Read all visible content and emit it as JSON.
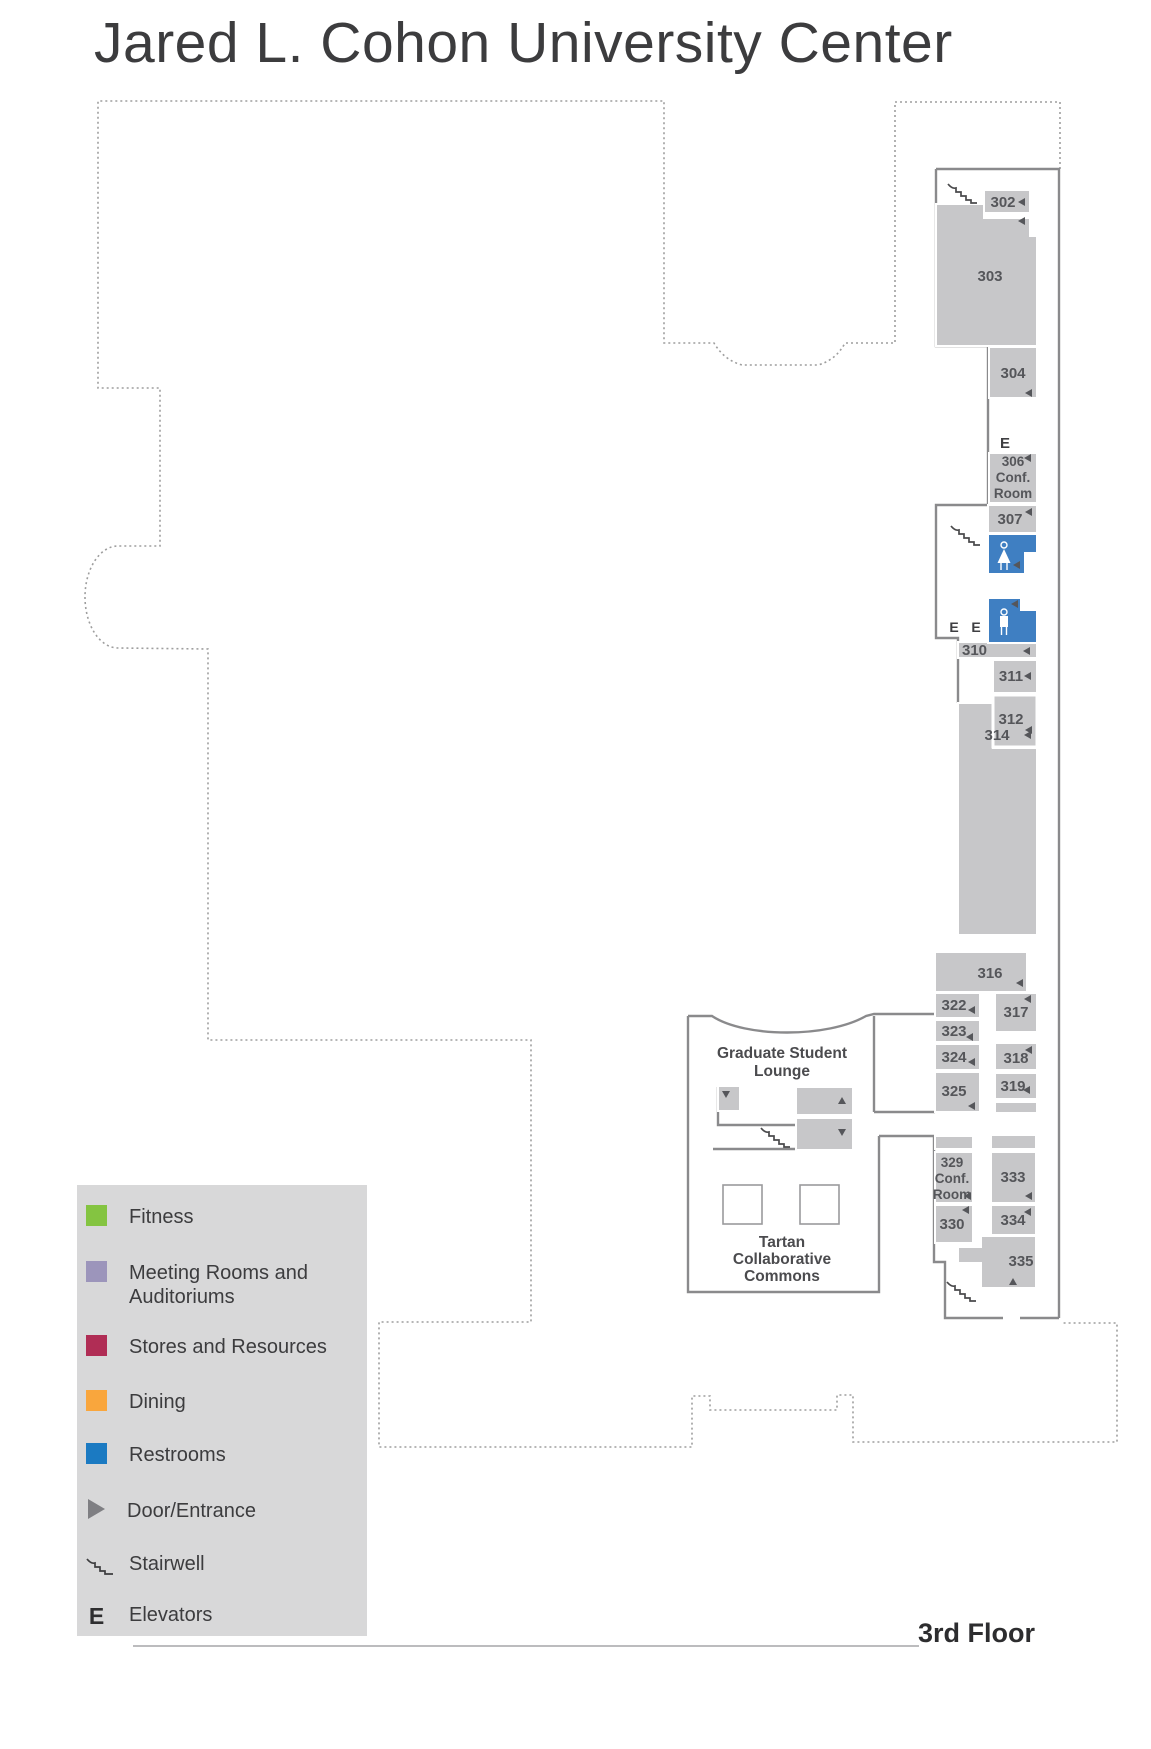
{
  "title": "Jared L. Cohon University Center",
  "floor_label": "3rd Floor",
  "elevator_letter": "E",
  "legend": {
    "items": [
      {
        "label": "Fitness",
        "color": "#84c441",
        "icon": "green-square"
      },
      {
        "label": "Meeting Rooms and\nAuditoriums",
        "color": "#9c95bb",
        "icon": "purple-square"
      },
      {
        "label": "Stores and Resources",
        "color": "#b02d55",
        "icon": "crimson-square"
      },
      {
        "label": "Dining",
        "color": "#f9a63d",
        "icon": "orange-square"
      },
      {
        "label": "Restrooms",
        "color": "#1b7ac2",
        "icon": "blue-square"
      },
      {
        "label": "Door/Entrance",
        "icon": "right-triangle"
      },
      {
        "label": "Stairwell",
        "icon": "stairs"
      },
      {
        "label": "Elevators",
        "icon": "E"
      }
    ]
  },
  "areas": {
    "lounge": {
      "line1": "Graduate Student",
      "line2": "Lounge"
    },
    "commons": {
      "line1": "Tartan",
      "line2": "Collaborative",
      "line3": "Commons"
    }
  },
  "rooms": {
    "r302": "302",
    "r303": "303",
    "r304": "304",
    "r306": {
      "l1": "306",
      "l2": "Conf.",
      "l3": "Room"
    },
    "r307": "307",
    "r310": "310",
    "r311": "311",
    "r312": "312",
    "r314": "314",
    "r316": "316",
    "r317": "317",
    "r318": "318",
    "r319": "319",
    "r322": "322",
    "r323": "323",
    "r324": "324",
    "r325": "325",
    "r329": {
      "l1": "329",
      "l2": "Conf.",
      "l3": "Room"
    },
    "r330": "330",
    "r333": "333",
    "r334": "334",
    "r335": "335"
  },
  "colors": {
    "room_fill": "#c7c7c9",
    "restroom_fill": "#3f7fc2",
    "wall": "#8a8a8c",
    "dashed_outline": "#9e9e9e",
    "legend_bg": "#d8d8d9",
    "room_text": "#55565a"
  }
}
